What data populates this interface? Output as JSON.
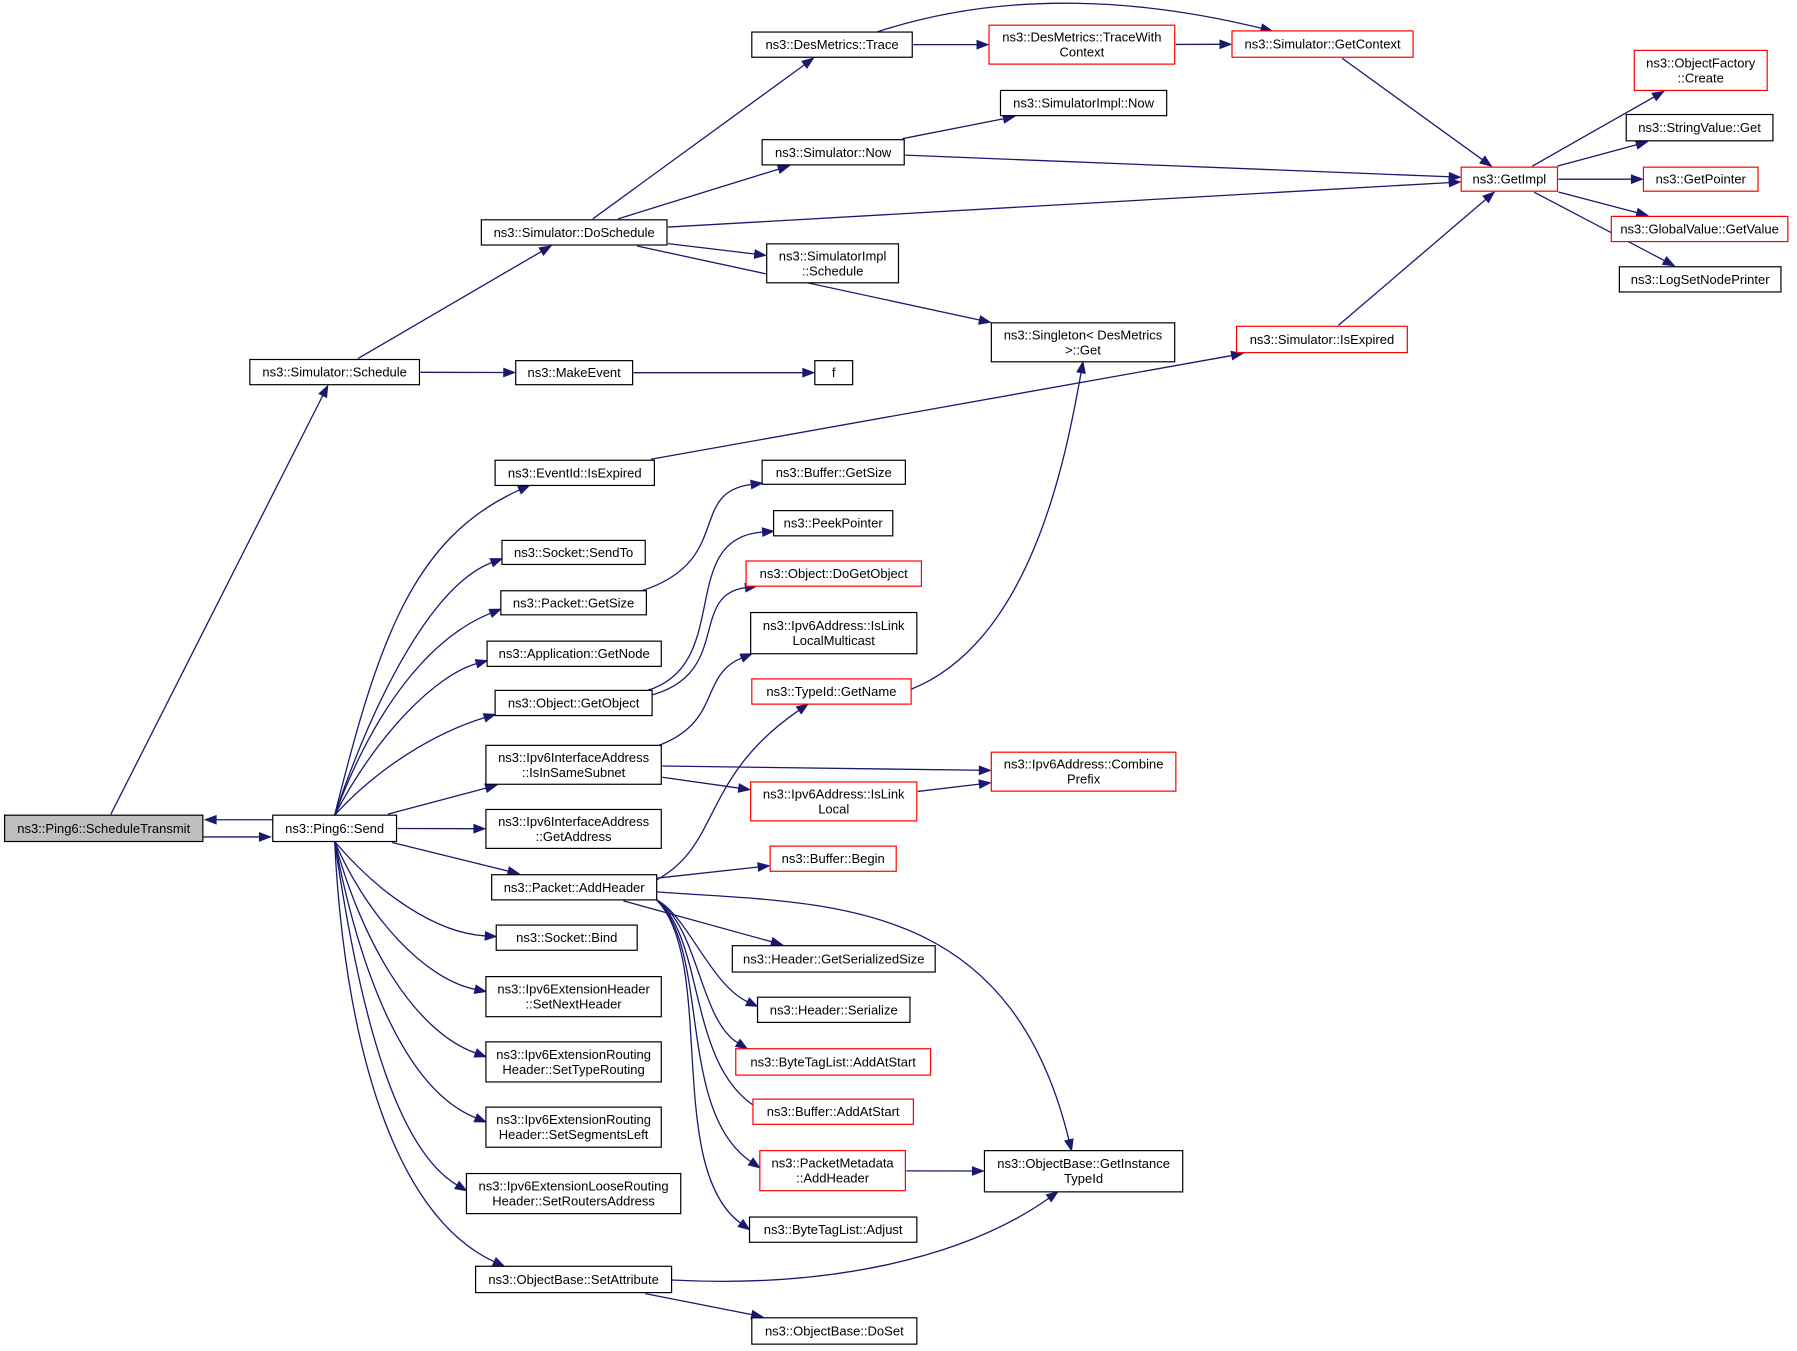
{
  "colors": {
    "edge": "#191970",
    "border_normal": "#000000",
    "border_truncated": "#ff0000",
    "fill_focus": "#bfbfbf",
    "fill_normal": "#ffffff"
  },
  "nodes": [
    {
      "id": "schedule_transmit",
      "lines": [
        "ns3::Ping6::ScheduleTransmit"
      ],
      "kind": "focus"
    },
    {
      "id": "send",
      "lines": [
        "ns3::Ping6::Send"
      ],
      "kind": "normal"
    },
    {
      "id": "sim_schedule",
      "lines": [
        "ns3::Simulator::Schedule"
      ],
      "kind": "normal"
    },
    {
      "id": "doschedule",
      "lines": [
        "ns3::Simulator::DoSchedule"
      ],
      "kind": "normal"
    },
    {
      "id": "desmetrics_trace",
      "lines": [
        "ns3::DesMetrics::Trace"
      ],
      "kind": "normal"
    },
    {
      "id": "desmetrics_tracewith",
      "lines": [
        "ns3::DesMetrics::TraceWith",
        "Context"
      ],
      "kind": "truncated"
    },
    {
      "id": "getcontext",
      "lines": [
        "ns3::Simulator::GetContext"
      ],
      "kind": "truncated"
    },
    {
      "id": "simimpl_now",
      "lines": [
        "ns3::SimulatorImpl::Now"
      ],
      "kind": "normal"
    },
    {
      "id": "sim_now",
      "lines": [
        "ns3::Simulator::Now"
      ],
      "kind": "normal"
    },
    {
      "id": "getimpl",
      "lines": [
        "ns3::GetImpl"
      ],
      "kind": "truncated"
    },
    {
      "id": "objfactory_create",
      "lines": [
        "ns3::ObjectFactory",
        "::Create"
      ],
      "kind": "truncated"
    },
    {
      "id": "stringvalue_get",
      "lines": [
        "ns3::StringValue::Get"
      ],
      "kind": "normal"
    },
    {
      "id": "getpointer",
      "lines": [
        "ns3::GetPointer"
      ],
      "kind": "truncated"
    },
    {
      "id": "globalvalue_getvalue",
      "lines": [
        "ns3::GlobalValue::GetValue"
      ],
      "kind": "truncated"
    },
    {
      "id": "logsetnodeprinter",
      "lines": [
        "ns3::LogSetNodePrinter"
      ],
      "kind": "normal"
    },
    {
      "id": "simimpl_schedule",
      "lines": [
        "ns3::SimulatorImpl",
        "::Schedule"
      ],
      "kind": "normal"
    },
    {
      "id": "singleton_get",
      "lines": [
        "ns3::Singleton< DesMetrics",
        ">::Get"
      ],
      "kind": "normal"
    },
    {
      "id": "sim_isexpired",
      "lines": [
        "ns3::Simulator::IsExpired"
      ],
      "kind": "truncated"
    },
    {
      "id": "makeevent",
      "lines": [
        "ns3::MakeEvent"
      ],
      "kind": "normal"
    },
    {
      "id": "f",
      "lines": [
        "f"
      ],
      "kind": "normal"
    },
    {
      "id": "eventid_isexpired",
      "lines": [
        "ns3::EventId::IsExpired"
      ],
      "kind": "normal"
    },
    {
      "id": "socket_sendto",
      "lines": [
        "ns3::Socket::SendTo"
      ],
      "kind": "normal"
    },
    {
      "id": "packet_getsize",
      "lines": [
        "ns3::Packet::GetSize"
      ],
      "kind": "normal"
    },
    {
      "id": "app_getnode",
      "lines": [
        "ns3::Application::GetNode"
      ],
      "kind": "normal"
    },
    {
      "id": "object_getobject",
      "lines": [
        "ns3::Object::GetObject"
      ],
      "kind": "normal"
    },
    {
      "id": "ipv6if_isinsamesubnet",
      "lines": [
        "ns3::Ipv6InterfaceAddress",
        "::IsInSameSubnet"
      ],
      "kind": "normal"
    },
    {
      "id": "ipv6if_getaddress",
      "lines": [
        "ns3::Ipv6InterfaceAddress",
        "::GetAddress"
      ],
      "kind": "normal"
    },
    {
      "id": "packet_addheader",
      "lines": [
        "ns3::Packet::AddHeader"
      ],
      "kind": "normal"
    },
    {
      "id": "socket_bind",
      "lines": [
        "ns3::Socket::Bind"
      ],
      "kind": "normal"
    },
    {
      "id": "ipv6ext_setnextheader",
      "lines": [
        "ns3::Ipv6ExtensionHeader",
        "::SetNextHeader"
      ],
      "kind": "normal"
    },
    {
      "id": "ipv6extrouting_settyperouting",
      "lines": [
        "ns3::Ipv6ExtensionRouting",
        "Header::SetTypeRouting"
      ],
      "kind": "normal"
    },
    {
      "id": "ipv6extrouting_setsegmentsleft",
      "lines": [
        "ns3::Ipv6ExtensionRouting",
        "Header::SetSegmentsLeft"
      ],
      "kind": "normal"
    },
    {
      "id": "ipv6extloose_setroutersaddress",
      "lines": [
        "ns3::Ipv6ExtensionLooseRouting",
        "Header::SetRoutersAddress"
      ],
      "kind": "normal"
    },
    {
      "id": "objectbase_setattribute",
      "lines": [
        "ns3::ObjectBase::SetAttribute"
      ],
      "kind": "normal"
    },
    {
      "id": "buffer_getsize",
      "lines": [
        "ns3::Buffer::GetSize"
      ],
      "kind": "normal"
    },
    {
      "id": "peekpointer",
      "lines": [
        "ns3::PeekPointer"
      ],
      "kind": "normal"
    },
    {
      "id": "object_dogetobject",
      "lines": [
        "ns3::Object::DoGetObject"
      ],
      "kind": "truncated"
    },
    {
      "id": "ipv6addr_islinklocalmulticast",
      "lines": [
        "ns3::Ipv6Address::IsLink",
        "LocalMulticast"
      ],
      "kind": "normal"
    },
    {
      "id": "typeid_getname",
      "lines": [
        "ns3::TypeId::GetName"
      ],
      "kind": "truncated"
    },
    {
      "id": "ipv6addr_islinklocal",
      "lines": [
        "ns3::Ipv6Address::IsLink",
        "Local"
      ],
      "kind": "truncated"
    },
    {
      "id": "ipv6addr_combineprefix",
      "lines": [
        "ns3::Ipv6Address::Combine",
        "Prefix"
      ],
      "kind": "truncated"
    },
    {
      "id": "buffer_begin",
      "lines": [
        "ns3::Buffer::Begin"
      ],
      "kind": "truncated"
    },
    {
      "id": "header_getserializedsize",
      "lines": [
        "ns3::Header::GetSerializedSize"
      ],
      "kind": "normal"
    },
    {
      "id": "header_serialize",
      "lines": [
        "ns3::Header::Serialize"
      ],
      "kind": "normal"
    },
    {
      "id": "bytetaglist_addatstart",
      "lines": [
        "ns3::ByteTagList::AddAtStart"
      ],
      "kind": "truncated"
    },
    {
      "id": "buffer_addatstart",
      "lines": [
        "ns3::Buffer::AddAtStart"
      ],
      "kind": "truncated"
    },
    {
      "id": "packetmetadata_addheader",
      "lines": [
        "ns3::PacketMetadata",
        "::AddHeader"
      ],
      "kind": "truncated"
    },
    {
      "id": "objectbase_getinstancetypeid",
      "lines": [
        "ns3::ObjectBase::GetInstance",
        "TypeId"
      ],
      "kind": "normal"
    },
    {
      "id": "bytetaglist_adjust",
      "lines": [
        "ns3::ByteTagList::Adjust"
      ],
      "kind": "normal"
    },
    {
      "id": "objectbase_doset",
      "lines": [
        "ns3::ObjectBase::DoSet"
      ],
      "kind": "normal"
    }
  ],
  "edges": [
    [
      "schedule_transmit",
      "sim_schedule"
    ],
    [
      "schedule_transmit",
      "send"
    ],
    [
      "send",
      "schedule_transmit"
    ],
    [
      "sim_schedule",
      "doschedule"
    ],
    [
      "sim_schedule",
      "makeevent"
    ],
    [
      "doschedule",
      "desmetrics_trace"
    ],
    [
      "doschedule",
      "sim_now"
    ],
    [
      "doschedule",
      "getimpl"
    ],
    [
      "doschedule",
      "simimpl_schedule"
    ],
    [
      "doschedule",
      "singleton_get"
    ],
    [
      "desmetrics_trace",
      "desmetrics_tracewith"
    ],
    [
      "desmetrics_trace",
      "getcontext"
    ],
    [
      "desmetrics_tracewith",
      "getcontext"
    ],
    [
      "getcontext",
      "getimpl"
    ],
    [
      "sim_now",
      "simimpl_now"
    ],
    [
      "sim_now",
      "getimpl"
    ],
    [
      "getimpl",
      "objfactory_create"
    ],
    [
      "getimpl",
      "stringvalue_get"
    ],
    [
      "getimpl",
      "getpointer"
    ],
    [
      "getimpl",
      "globalvalue_getvalue"
    ],
    [
      "getimpl",
      "logsetnodeprinter"
    ],
    [
      "sim_isexpired",
      "getimpl"
    ],
    [
      "makeevent",
      "f"
    ],
    [
      "send",
      "eventid_isexpired"
    ],
    [
      "send",
      "socket_sendto"
    ],
    [
      "send",
      "packet_getsize"
    ],
    [
      "send",
      "app_getnode"
    ],
    [
      "send",
      "object_getobject"
    ],
    [
      "send",
      "ipv6if_isinsamesubnet"
    ],
    [
      "send",
      "ipv6if_getaddress"
    ],
    [
      "send",
      "packet_addheader"
    ],
    [
      "send",
      "socket_bind"
    ],
    [
      "send",
      "ipv6ext_setnextheader"
    ],
    [
      "send",
      "ipv6extrouting_settyperouting"
    ],
    [
      "send",
      "ipv6extrouting_setsegmentsleft"
    ],
    [
      "send",
      "ipv6extloose_setroutersaddress"
    ],
    [
      "send",
      "objectbase_setattribute"
    ],
    [
      "eventid_isexpired",
      "sim_isexpired"
    ],
    [
      "packet_getsize",
      "buffer_getsize"
    ],
    [
      "object_getobject",
      "peekpointer"
    ],
    [
      "object_getobject",
      "object_dogetobject"
    ],
    [
      "ipv6if_isinsamesubnet",
      "ipv6addr_islinklocalmulticast"
    ],
    [
      "ipv6if_isinsamesubnet",
      "ipv6addr_combineprefix"
    ],
    [
      "ipv6if_isinsamesubnet",
      "ipv6addr_islinklocal"
    ],
    [
      "ipv6addr_islinklocal",
      "ipv6addr_combineprefix"
    ],
    [
      "typeid_getname",
      "singleton_get"
    ],
    [
      "packet_addheader",
      "typeid_getname"
    ],
    [
      "packet_addheader",
      "buffer_begin"
    ],
    [
      "packet_addheader",
      "objectbase_getinstancetypeid"
    ],
    [
      "packet_addheader",
      "header_getserializedsize"
    ],
    [
      "packet_addheader",
      "header_serialize"
    ],
    [
      "packet_addheader",
      "bytetaglist_addatstart"
    ],
    [
      "packet_addheader",
      "buffer_addatstart"
    ],
    [
      "packet_addheader",
      "packetmetadata_addheader"
    ],
    [
      "packet_addheader",
      "bytetaglist_adjust"
    ],
    [
      "packetmetadata_addheader",
      "objectbase_getinstancetypeid"
    ],
    [
      "objectbase_setattribute",
      "objectbase_getinstancetypeid"
    ],
    [
      "objectbase_setattribute",
      "objectbase_doset"
    ]
  ]
}
